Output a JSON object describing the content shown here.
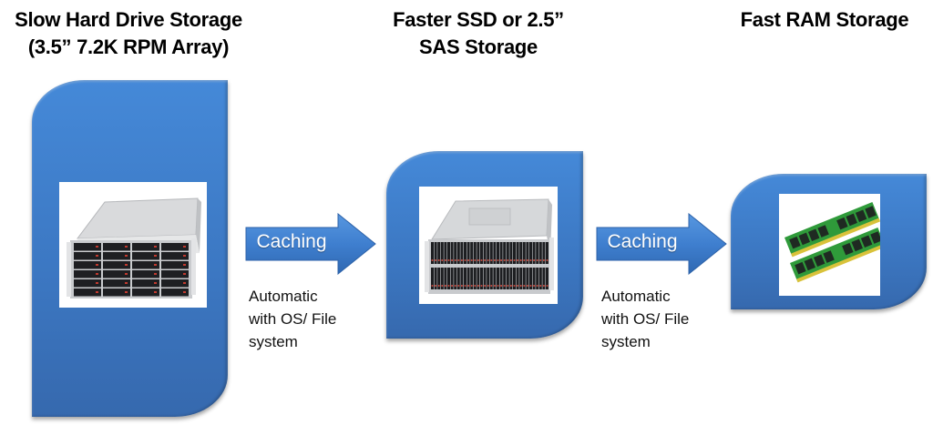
{
  "diagram": {
    "title": "Storage caching hierarchy",
    "colors": {
      "tier_fill": "#3c78c3",
      "arrow_fill": "#3f7fcf",
      "text": "#000000",
      "arrow_text": "#ffffff"
    },
    "tiers": [
      {
        "heading_lines": [
          "Slow Hard Drive Storage",
          "(3.5” 7.2K RPM Array)"
        ],
        "image": "4U server chassis with 3.5-inch hard drive bays"
      },
      {
        "heading_lines": [
          "Faster SSD or 2.5”",
          "SAS Storage"
        ],
        "image": "4U server chassis with two rows of 2.5-inch drive bays"
      },
      {
        "heading_lines": [
          "Fast RAM Storage"
        ],
        "image": "Two green RAM memory modules"
      }
    ],
    "transitions": [
      {
        "arrow_label": "Caching",
        "note_lines": [
          "Automatic",
          "with OS/ File",
          "system"
        ]
      },
      {
        "arrow_label": "Caching",
        "note_lines": [
          "Automatic",
          "with OS/ File",
          "system"
        ]
      }
    ]
  }
}
